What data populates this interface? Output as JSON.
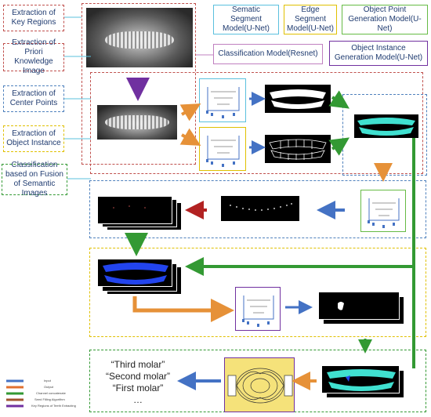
{
  "legend_steps": [
    {
      "label": "Extraction of Key Regions",
      "color": "#c0504d"
    },
    {
      "label": "Extraction of Priori Knowledge Image",
      "color": "#c0504d"
    },
    {
      "label": "Extraction of Center Points",
      "color": "#4f81bd"
    },
    {
      "label": "Extraction of Object Instance",
      "color": "#e0c000"
    },
    {
      "label": "Classification based on Fusion of Semantic Images",
      "color": "#339933"
    }
  ],
  "models": {
    "semantic": "Sematic Segment Model(U-Net)",
    "edge": "Edge Segment Model(U-Net)",
    "object_point": "Object Point Generation Model(U-Net)",
    "classification": "Classification Model(Resnet)",
    "object_instance": "Object Instance Generation Model(U-Net)"
  },
  "results": [
    "“Third molar”",
    "“Second molar”",
    "“First molar”",
    "…"
  ],
  "arrow_legend": [
    {
      "label": "Input",
      "color": "#4472c4"
    },
    {
      "label": "Output",
      "color": "#e07030"
    },
    {
      "label": "Channel concatenate",
      "color": "#339933"
    },
    {
      "label": "Seed Filling Algorithm",
      "color": "#a0522d"
    },
    {
      "label": "Key Regions of Teeth Extracting",
      "color": "#7030a0"
    }
  ],
  "colors": {
    "red": "#c0504d",
    "blue": "#4f81bd",
    "yellow": "#e0c000",
    "green": "#339933",
    "purple": "#7030a0",
    "orange": "#e69138",
    "cyan": "#5bc0de",
    "teal_teeth": "#40e0d0",
    "dark_red": "#b22222"
  }
}
